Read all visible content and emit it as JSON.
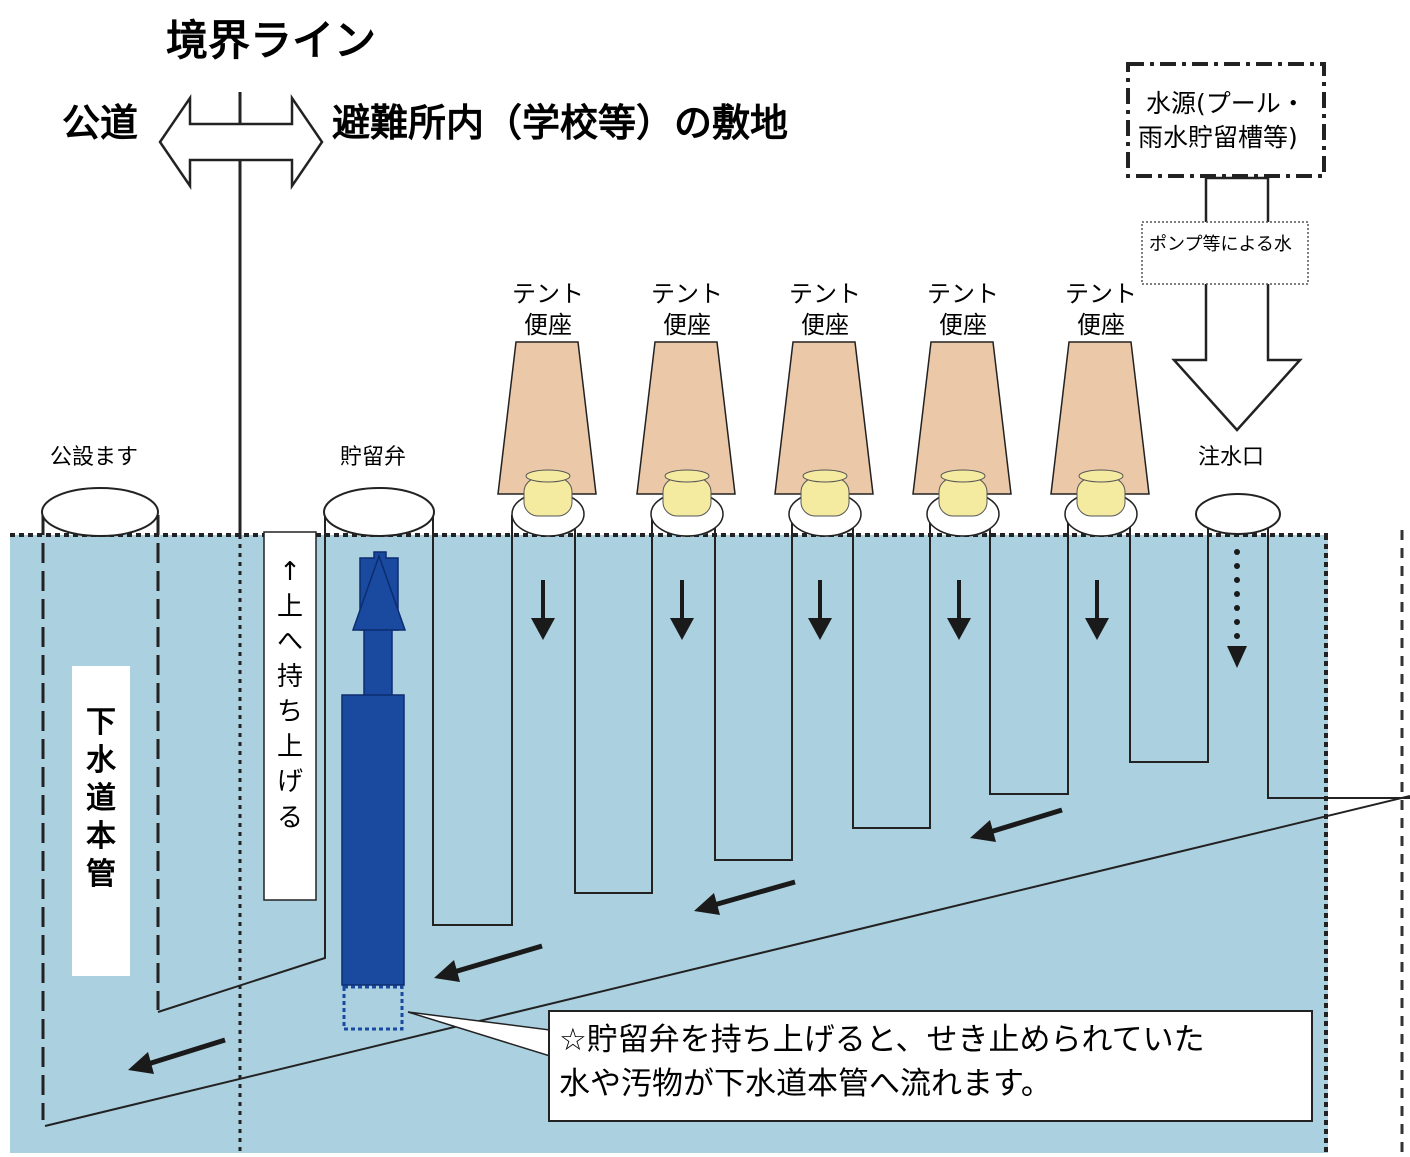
{
  "header": {
    "title": "境界ライン",
    "left_label": "公道",
    "right_label": "避難所内（学校等）の敷地"
  },
  "water_source": {
    "line1": "水源(プール・",
    "line2": "雨水貯留槽等)"
  },
  "pump_label": "ポンプ等による水",
  "tent_toilets": [
    {
      "line1": "テント",
      "line2": "便座"
    },
    {
      "line1": "テント",
      "line2": "便座"
    },
    {
      "line1": "テント",
      "line2": "便座"
    },
    {
      "line1": "テント",
      "line2": "便座"
    },
    {
      "line1": "テント",
      "line2": "便座"
    }
  ],
  "labels": {
    "public_manhole": "公設ます",
    "storage_valve": "貯留弁",
    "water_inlet": "注水口"
  },
  "vertical_labels": {
    "sewer_main": [
      "下",
      "水",
      "道",
      "本",
      "管"
    ],
    "lift_up": [
      "↑",
      "上",
      "へ",
      "持",
      "ち",
      "上",
      "げ",
      "る"
    ]
  },
  "callout": {
    "line1": "☆貯留弁を持ち上げると、せき止められていた",
    "line2": "水や汚物が下水道本管へ流れます。"
  },
  "colors": {
    "ground": "#abd0e0",
    "valve": "#1a4aa0",
    "tent": "#ebc9a8",
    "seat": "#f4eaa0"
  }
}
